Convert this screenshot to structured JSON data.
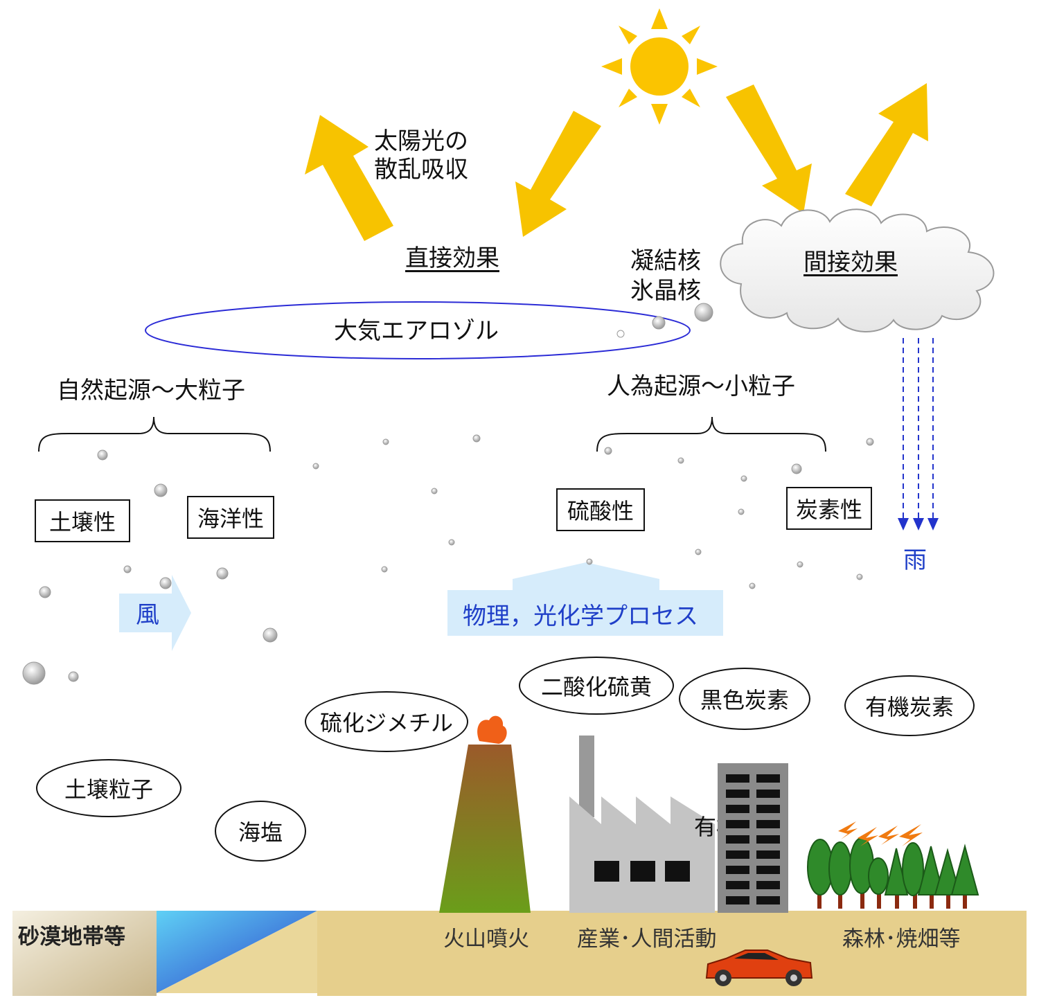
{
  "labels": {
    "scatter_absorb_line1": "太陽光の",
    "scatter_absorb_line2": "散乱吸収",
    "direct_effect": "直接効果",
    "indirect_effect": "間接効果",
    "nuclei_line1": "凝結核",
    "nuclei_line2": "氷晶核",
    "aerosol": "大気エアロゾル",
    "natural_source": "自然起源～大粒子",
    "anthropogenic_source": "人為起源～小粒子",
    "rain": "雨",
    "wind": "風",
    "process": "物理，光化学プロセス",
    "hidden_partial": "有機"
  },
  "categories": {
    "soil": "土壌性",
    "marine": "海洋性",
    "sulfate": "硫酸性",
    "carbon": "炭素性"
  },
  "sources": {
    "soil_particles": "土壌粒子",
    "sea_salt": "海塩",
    "dms": "硫化ジメチル",
    "so2": "二酸化硫黄",
    "black_carbon": "黒色炭素",
    "organic_carbon": "有機炭素"
  },
  "ground": {
    "desert": "砂漠地帯等",
    "volcano": "火山噴火",
    "industry": "産業･人間活動",
    "forest": "森林･焼畑等"
  },
  "colors": {
    "sun": "#fbc400",
    "arrow": "#f7c300",
    "aerosol_ring": "#2b2bd6",
    "rain": "#2233cc",
    "light_blue_arrow": "#d6ecfb",
    "ground": "#e6cf8c"
  }
}
